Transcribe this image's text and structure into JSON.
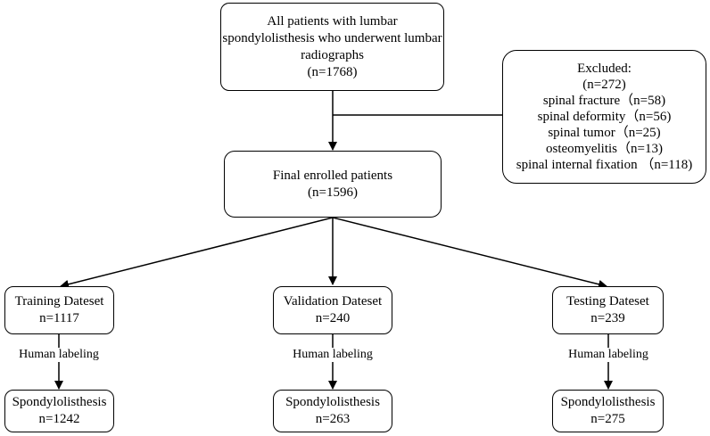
{
  "top": {
    "lines": [
      "All patients with lumbar",
      "spondylolisthesis who underwent lumbar",
      "radiographs"
    ],
    "count": "(n=1768)"
  },
  "excluded": {
    "title": "Excluded:",
    "total": "(n=272)",
    "items": [
      "spinal fracture（n=58)",
      "spinal deformity（n=56)",
      "spinal tumor（n=25)",
      "osteomyelitis（n=13)",
      "spinal internal fixation （n=118)"
    ]
  },
  "final": {
    "title": "Final enrolled patients",
    "count": "(n=1596)"
  },
  "datasets": [
    {
      "title": "Training Dateset",
      "count": "n=1117",
      "step": "Human labeling",
      "result_title": "Spondylolisthesis",
      "result_count": "n=1242"
    },
    {
      "title": "Validation Dateset",
      "count": "n=240",
      "step": "Human labeling",
      "result_title": "Spondylolisthesis",
      "result_count": "n=263"
    },
    {
      "title": "Testing Dateset",
      "count": "n=239",
      "step": "Human labeling",
      "result_title": "Spondylolisthesis",
      "result_count": "n=275"
    }
  ]
}
